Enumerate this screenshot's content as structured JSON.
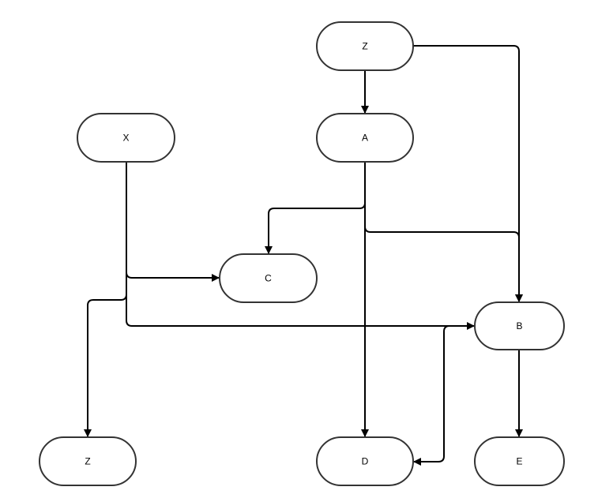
{
  "diagram": {
    "type": "flowchart",
    "nodes": [
      {
        "id": "z_top",
        "label": "Z"
      },
      {
        "id": "a",
        "label": "A"
      },
      {
        "id": "x",
        "label": "X"
      },
      {
        "id": "c",
        "label": "C"
      },
      {
        "id": "b",
        "label": "B"
      },
      {
        "id": "z_bottom",
        "label": "Z"
      },
      {
        "id": "d",
        "label": "D"
      },
      {
        "id": "e",
        "label": "E"
      }
    ],
    "edges": [
      {
        "from": "z_top",
        "to": "a"
      },
      {
        "from": "z_top",
        "to": "b"
      },
      {
        "from": "a",
        "to": "c"
      },
      {
        "from": "a",
        "to": "b"
      },
      {
        "from": "a",
        "to": "d"
      },
      {
        "from": "x",
        "to": "c"
      },
      {
        "from": "x",
        "to": "b"
      },
      {
        "from": "x",
        "to": "z_bottom"
      },
      {
        "from": "b",
        "to": "e"
      },
      {
        "from": "b",
        "to": "d"
      }
    ]
  }
}
